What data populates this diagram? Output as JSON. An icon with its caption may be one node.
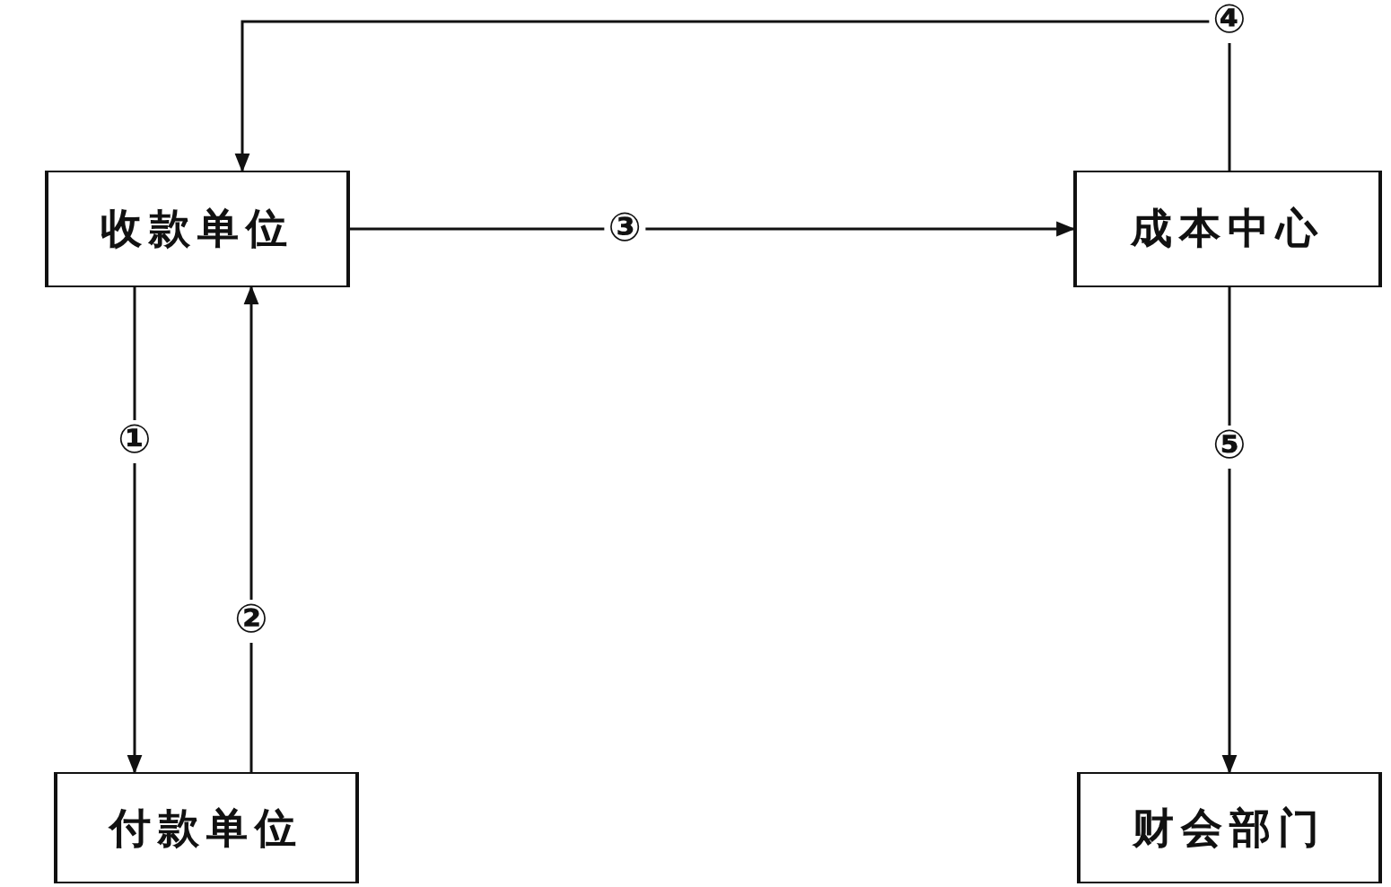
{
  "diagram": {
    "nodes": [
      {
        "text": [
          "收款单位"
        ]
      },
      {
        "text": [
          "成本中心"
        ]
      },
      {
        "text": [
          "付款单位"
        ]
      },
      {
        "text": [
          "财会部门"
        ]
      }
    ],
    "edges": [
      {
        "from": 0,
        "to": 1,
        "arrow": "to",
        "label": "③"
      },
      {
        "from": 0,
        "to": 2,
        "arrow": "to",
        "label": "①"
      },
      {
        "from": 2,
        "to": 0,
        "arrow": "to",
        "label": "②"
      },
      {
        "from": 1,
        "to": 0,
        "arrow": "to",
        "label": "④"
      },
      {
        "from": 1,
        "to": 3,
        "arrow": "to",
        "label": "⑤"
      }
    ]
  }
}
